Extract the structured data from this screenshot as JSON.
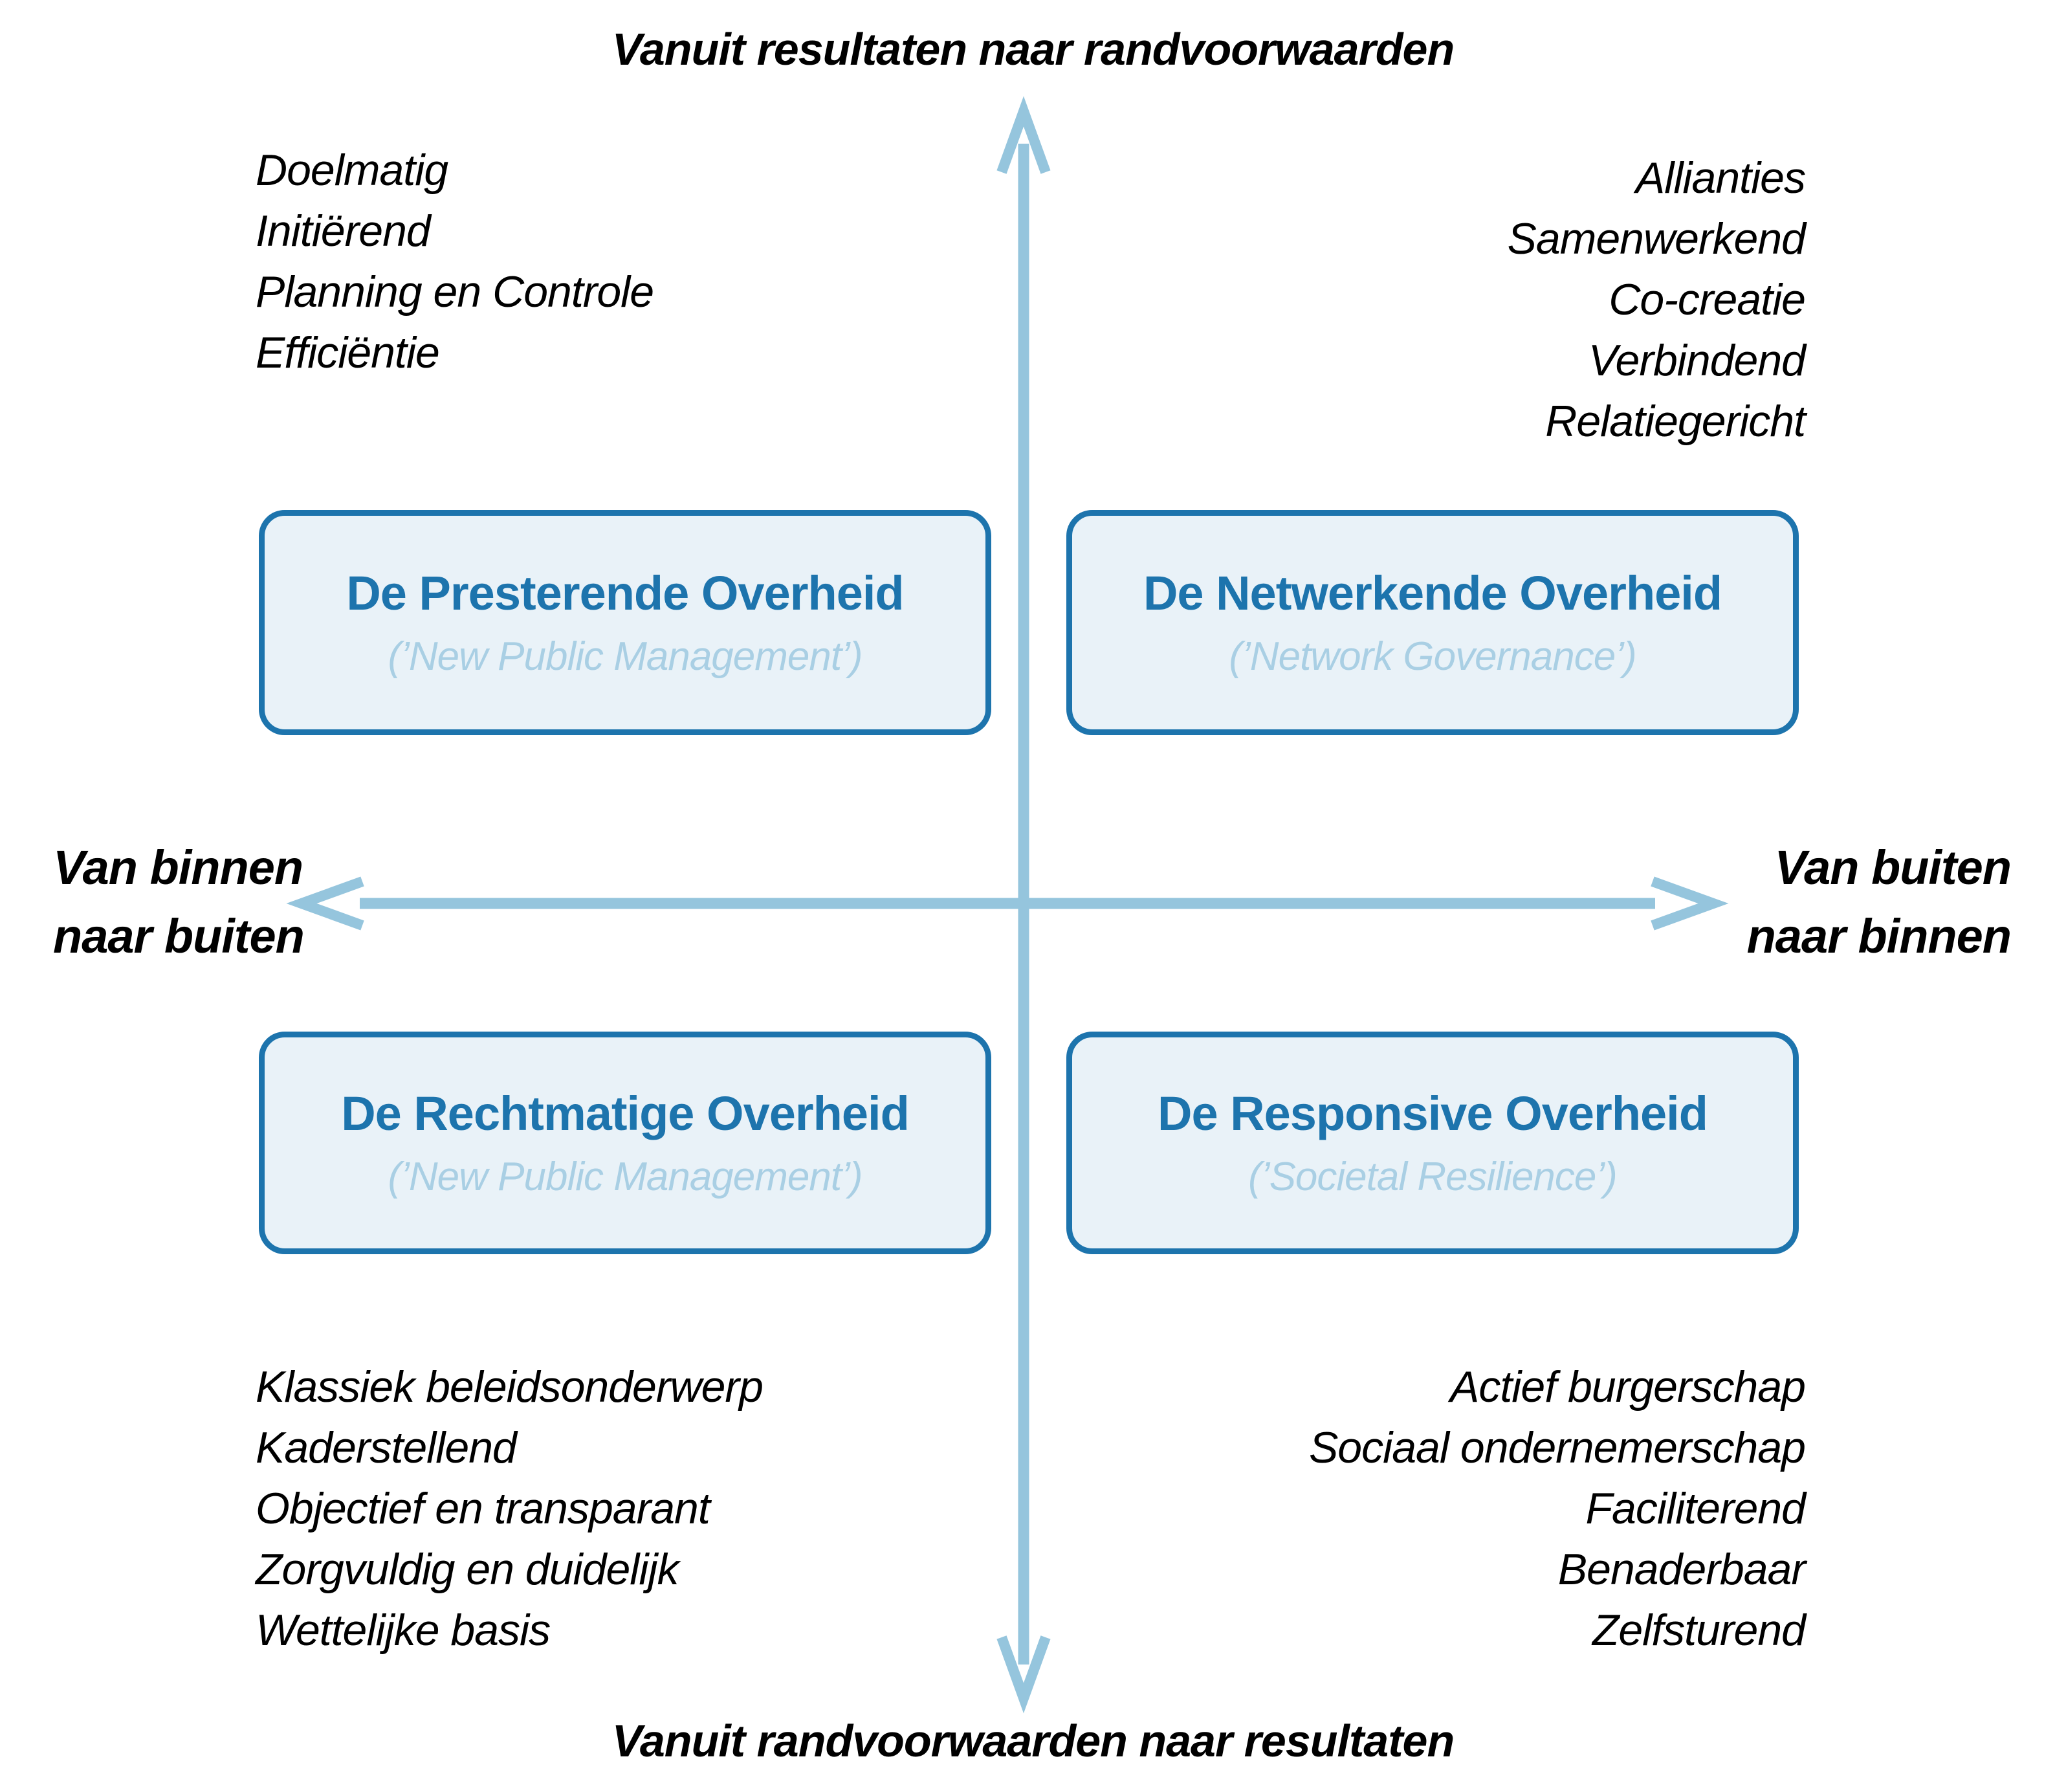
{
  "titles": {
    "top": "Vanuit resultaten naar randvoorwaarden",
    "bottom": "Vanuit randvoorwaarden naar resultaten"
  },
  "axis_labels": {
    "left": [
      "Van binnen",
      "naar buiten"
    ],
    "right": [
      "Van buiten",
      "naar binnen"
    ]
  },
  "quadrants": {
    "top_left": {
      "traits": [
        "Doelmatig",
        "Initiërend",
        "Planning en Controle",
        "Efficiëntie"
      ],
      "box": {
        "title": "De Presterende Overheid",
        "subtitle": "(’New Public Management’)"
      }
    },
    "top_right": {
      "traits": [
        "Allianties",
        "Samenwerkend",
        "Co-creatie",
        "Verbindend",
        "Relatiegericht"
      ],
      "box": {
        "title": "De Netwerkende Overheid",
        "subtitle": "(’Network Governance’)"
      }
    },
    "bottom_left": {
      "traits": [
        "Klassiek beleidsonderwerp",
        "Kaderstellend",
        "Objectief en transparant",
        "Zorgvuldig en duidelijk",
        "Wettelijke basis"
      ],
      "box": {
        "title": "De Rechtmatige Overheid",
        "subtitle": "(’New Public Management’)"
      }
    },
    "bottom_right": {
      "traits": [
        "Actief burgerschap",
        "Sociaal ondernemerschap",
        "Faciliterend",
        "Benaderbaar",
        "Zelfsturend"
      ],
      "box": {
        "title": "De Responsive Overheid",
        "subtitle": "(’Societal Resilience’)"
      }
    }
  },
  "colors": {
    "arrow": "#95c5dd",
    "box_border": "#1d74ad",
    "box_fill": "#e9f2f8",
    "box_title": "#1d74ad",
    "box_subtitle": "#a9cfe4",
    "text": "#000000"
  }
}
